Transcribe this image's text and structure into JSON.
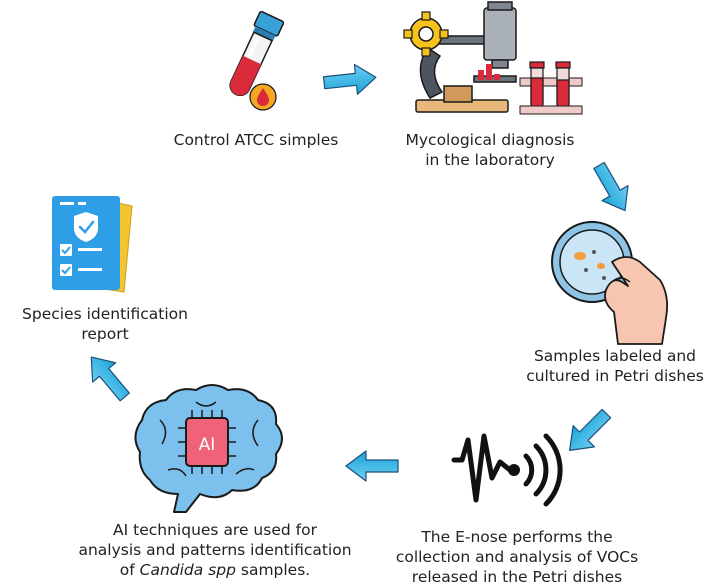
{
  "diagram": {
    "steps": [
      {
        "id": "control",
        "icon": "blood-test-tube-icon",
        "lines": [
          "Control ATCC simples"
        ]
      },
      {
        "id": "mycology",
        "icon": "microscope-icon",
        "lines": [
          "Mycological diagnosis",
          "in the laboratory"
        ]
      },
      {
        "id": "culture",
        "icon": "petri-dish-hand-icon",
        "lines": [
          "Samples labeled and",
          "cultured in Petri dishes"
        ]
      },
      {
        "id": "enose",
        "icon": "sound-wave-signal-icon",
        "lines": [
          "The E-nose performs the",
          "collection and analysis of VOCs",
          "released in the Petri dishes"
        ]
      },
      {
        "id": "ai",
        "icon": "ai-brain-icon",
        "lines": [
          "AI techniques are used for",
          "analysis and patterns identification"
        ],
        "last_line": {
          "prefix": "of ",
          "italic": "Candida spp",
          "suffix": " samples."
        }
      },
      {
        "id": "report",
        "icon": "clipboard-report-icon",
        "lines": [
          "Species identification",
          "report"
        ]
      }
    ],
    "ai_chip_label": "AI",
    "colors": {
      "arrow_fill": "#29b6e6",
      "arrow_stroke": "#1d4f7a",
      "tube_cap": "#3aa0d8",
      "tube_blood": "#d92b3a",
      "brain": "#4aa9e8",
      "chip": "#f06277",
      "clipboard": "#2e9fe6",
      "clipboard_paper": "#f2c531",
      "outline": "#1a1a1a"
    }
  }
}
